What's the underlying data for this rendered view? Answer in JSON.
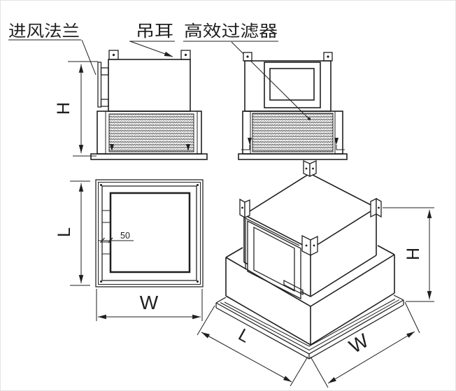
{
  "drawing": {
    "callouts": {
      "inlet_flange": "进风法兰",
      "lifting_lug": "吊耳",
      "hepa_filter": "高效过滤器"
    },
    "dimensions": {
      "height": "H",
      "length": "L",
      "width": "W",
      "flange_offset": "50"
    },
    "colors": {
      "line": "#1f1f1f",
      "background": "#ffffff",
      "mesh": "#4a4a4a"
    }
  }
}
